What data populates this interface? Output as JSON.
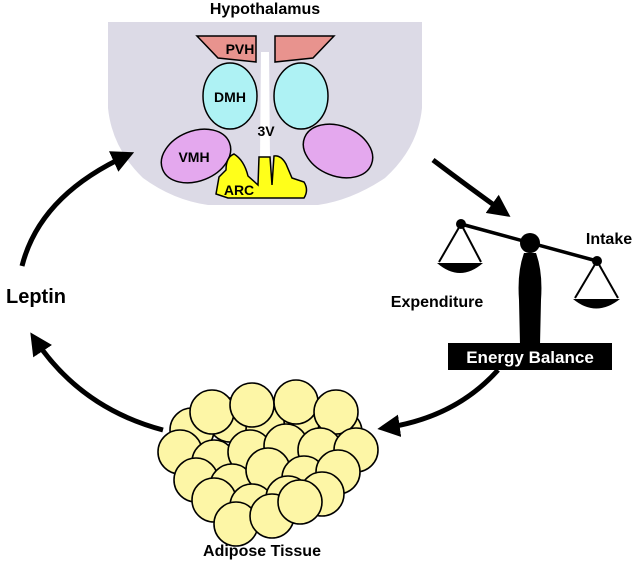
{
  "labels": {
    "hypothalamus": "Hypothalamus",
    "pvh": "PVH",
    "dmh": "DMH",
    "third_ventricle": "3V",
    "vmh": "VMH",
    "arc": "ARC",
    "intake": "Intake",
    "expenditure": "Expenditure",
    "energy_balance": "Energy Balance",
    "leptin": "Leptin",
    "adipose_tissue": "Adipose Tissue"
  },
  "colors": {
    "hypothalamus_fill": "#dcdae6",
    "pvh_fill": "#e8938e",
    "dmh_fill": "#aef2f4",
    "vmh_fill": "#e4a8ee",
    "arc_fill": "#ffff1a",
    "adipocyte_fill": "#fdf6a6",
    "stroke": "#000000"
  }
}
